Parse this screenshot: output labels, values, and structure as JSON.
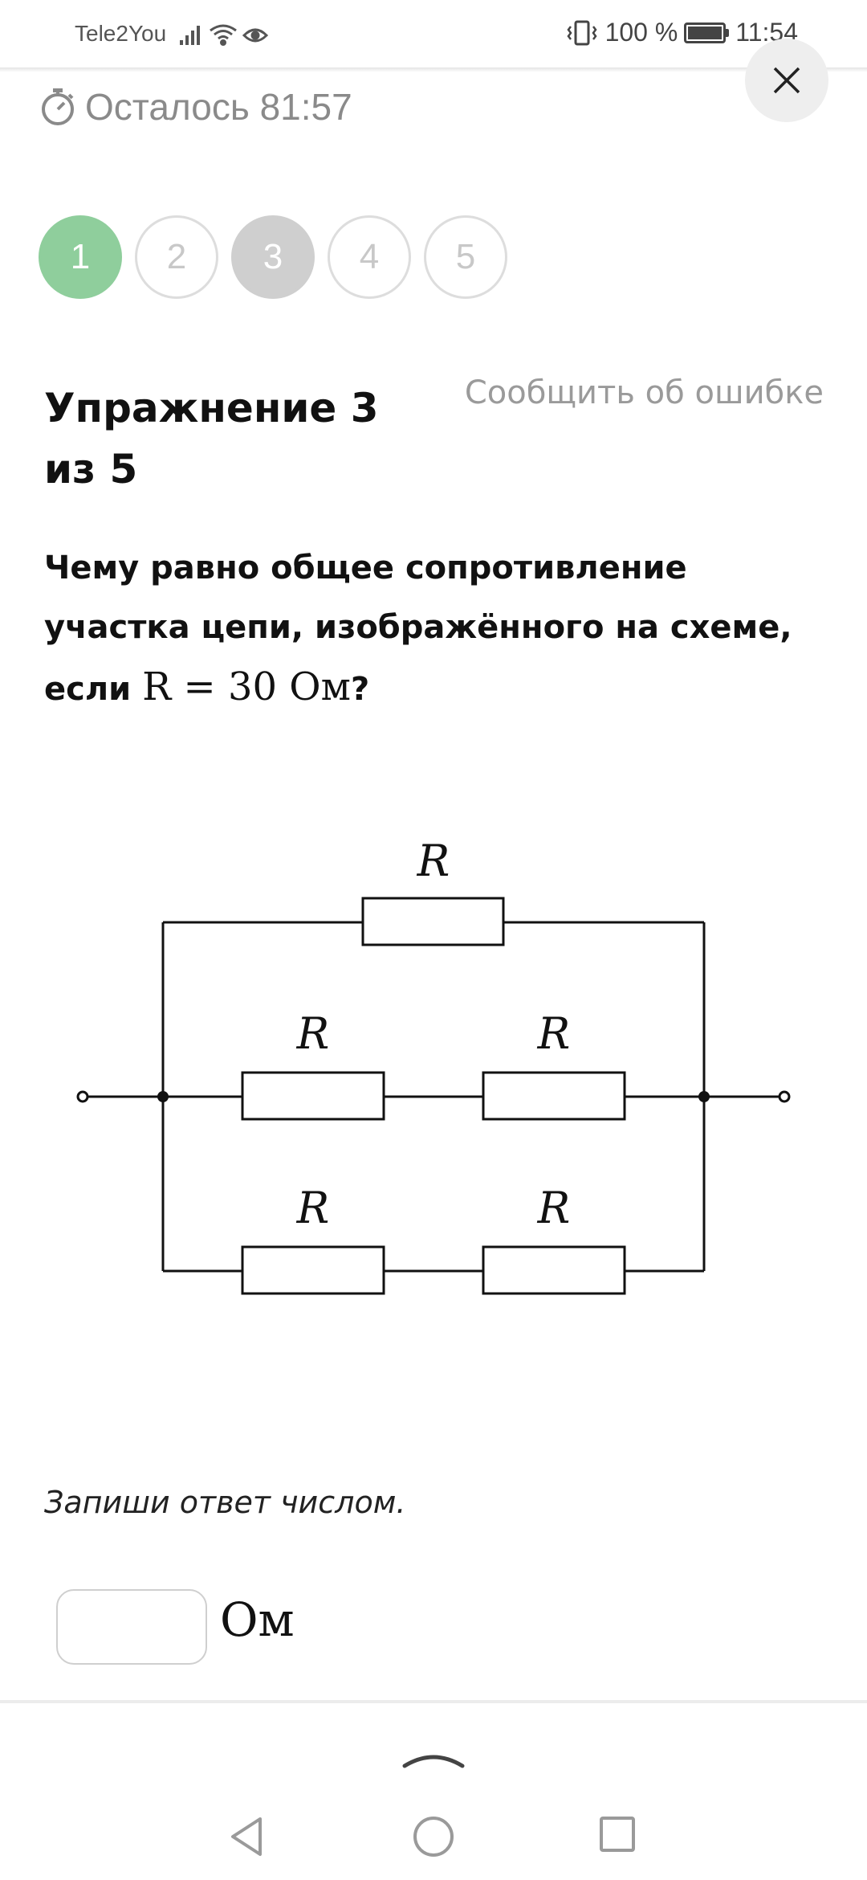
{
  "status_bar": {
    "carrier": "Tele2You",
    "battery": "100 %",
    "time": "11:54"
  },
  "header": {
    "timer": "Осталось 81:57"
  },
  "steps": [
    {
      "label": "1",
      "state": "done"
    },
    {
      "label": "2",
      "state": "default"
    },
    {
      "label": "3",
      "state": "current"
    },
    {
      "label": "4",
      "state": "default"
    },
    {
      "label": "5",
      "state": "default"
    }
  ],
  "exercise": {
    "title": "Упражнение 3 из 5",
    "report_link": "Сообщить об ошибке"
  },
  "question": {
    "text": "Чему равно общее сопротивление участка цепи, изображённого на схеме, если ",
    "math": "R = 30 Ом",
    "suffix": "?"
  },
  "circuit": {
    "resistor_label": "R"
  },
  "answer": {
    "instruction": "Запиши ответ числом.",
    "value": "",
    "unit": "Ом"
  },
  "colors": {
    "done": "#8fce9c",
    "current": "#cfcfcf",
    "muted": "#9a9a9a"
  },
  "icons": {
    "timer": "stopwatch-icon",
    "close": "close-icon"
  }
}
